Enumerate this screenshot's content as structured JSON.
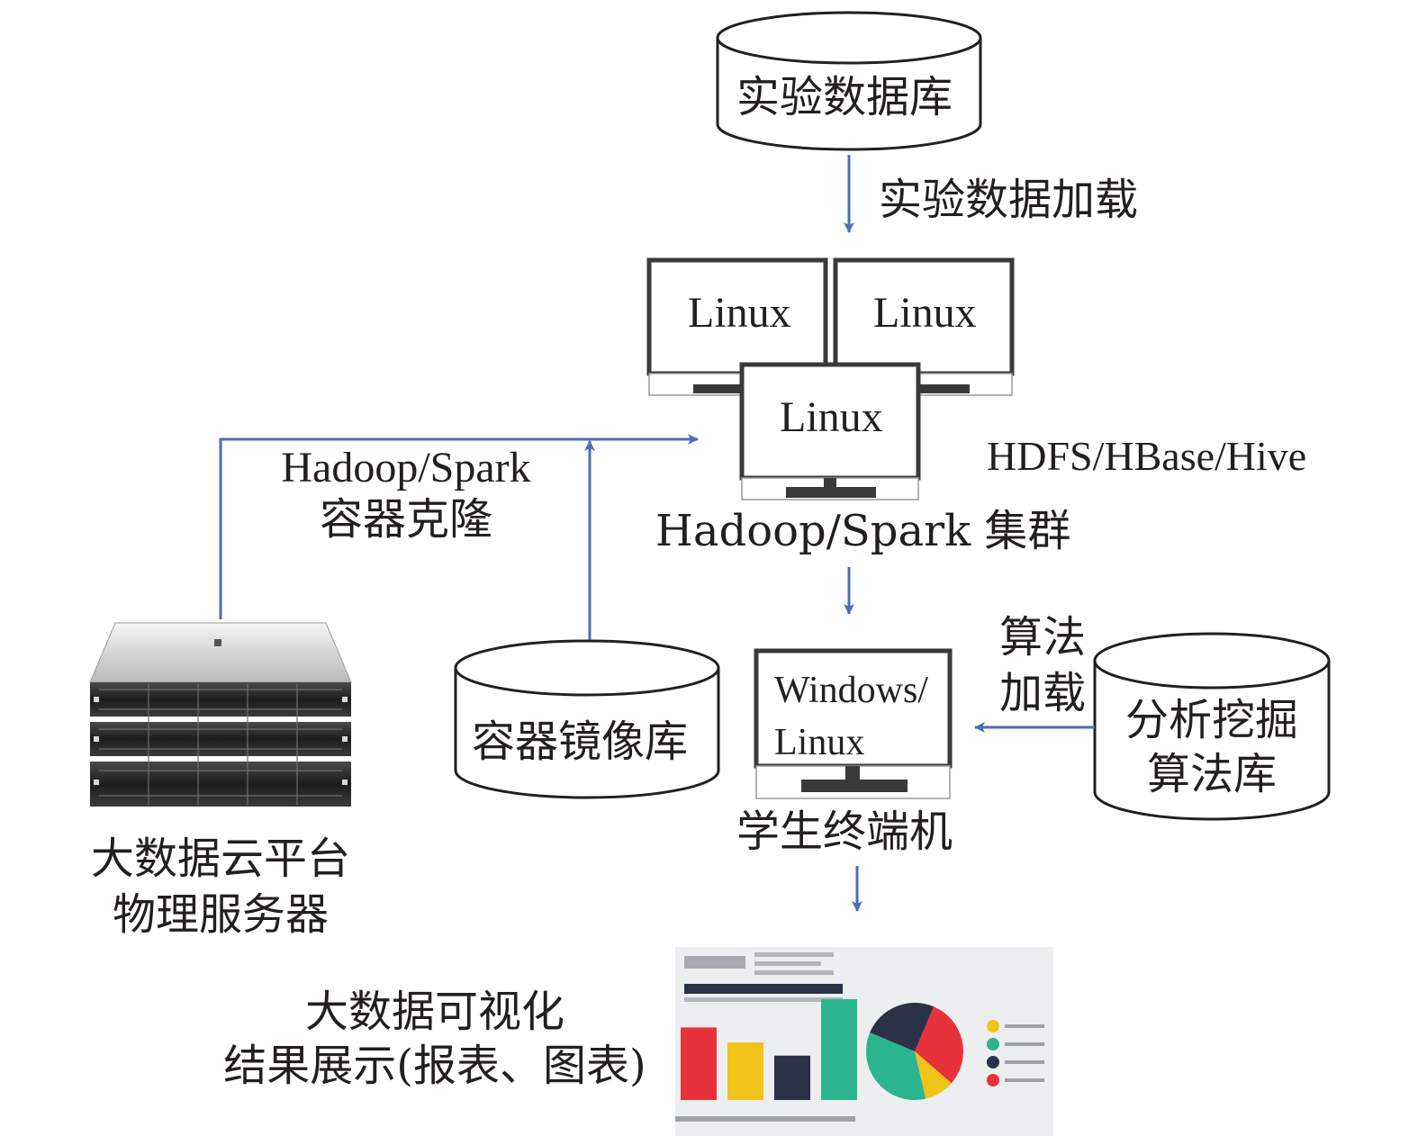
{
  "labels": {
    "experiment_db": "实验数据库",
    "data_load": "实验数据加载",
    "linux_1": "Linux",
    "linux_2": "Linux",
    "linux_3": "Linux",
    "storage": "HDFS/HBase/Hive",
    "cluster": "Hadoop/Spark 集群",
    "clone_line1": "Hadoop/Spark",
    "clone_line2": "容器克隆",
    "server_line1": "大数据云平台",
    "server_line2": "物理服务器",
    "image_repo": "容器镜像库",
    "terminal_line1": "Windows/",
    "terminal_line2": "Linux",
    "terminal_caption": "学生终端机",
    "algo_load_line1": "算法",
    "algo_load_line2": "加载",
    "algo_repo_line1": "分析挖掘",
    "algo_repo_line2": "算法库",
    "viz_line1": "大数据可视化",
    "viz_line2": "结果展示(报表、图表)"
  },
  "icons": {
    "server": "rack-server-icon",
    "monitor": "monitor-icon",
    "database": "database-cylinder-icon",
    "dashboard": "dashboard-chart-icon"
  },
  "colors": {
    "arrow": "#4a6fb5",
    "text": "#231f20",
    "outline": "#231f20",
    "bar_red": "#e8323b",
    "bar_yellow": "#f2c318",
    "bar_navy": "#2b3147",
    "bar_teal": "#2bb58f",
    "dashboard_bg": "#eceef0"
  },
  "dashboard": {
    "bar_values": [
      0.72,
      0.57,
      0.44,
      1.0
    ],
    "pie_shares": [
      0.3,
      0.1,
      0.35,
      0.25
    ]
  }
}
